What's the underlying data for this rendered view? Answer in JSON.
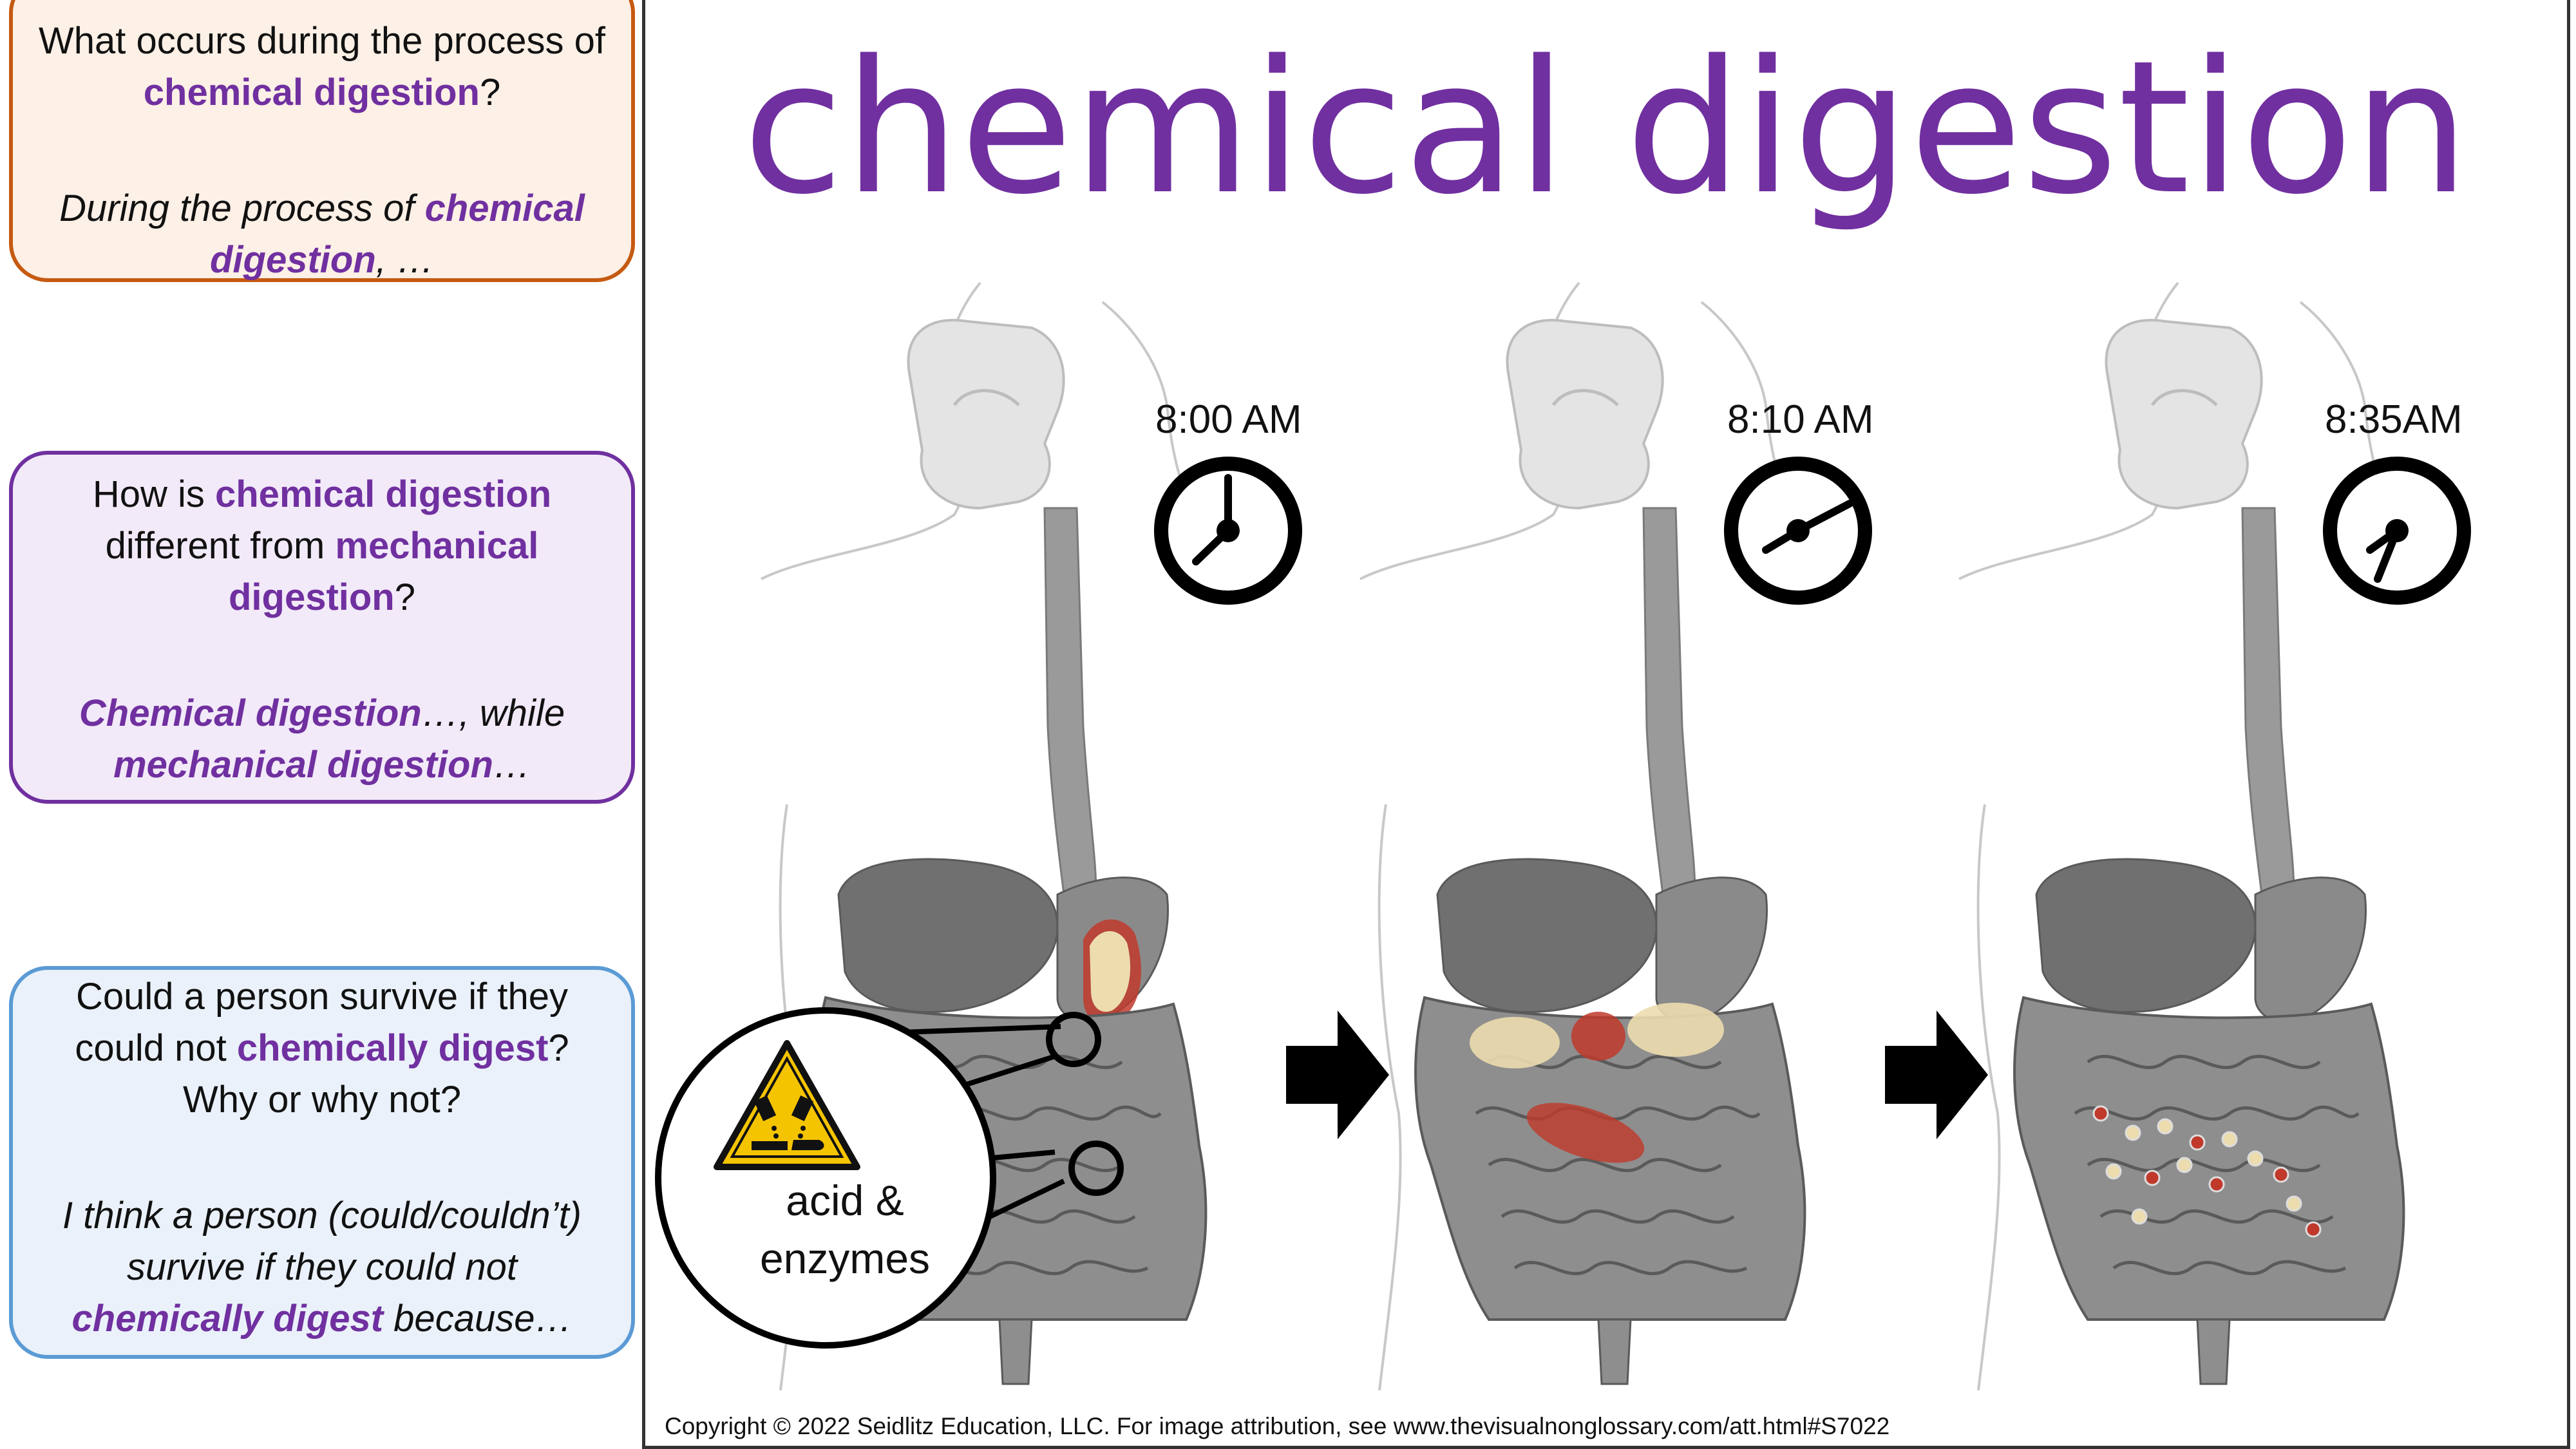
{
  "prompts": {
    "q1": {
      "line1": "What occurs during the process of",
      "term": "chemical digestion",
      "q_end": "?",
      "a_prefix": "During the process of ",
      "a_term": "chemical digestion",
      "a_suffix": ", …"
    },
    "q2": {
      "pre": "How is ",
      "term1": "chemical digestion",
      "mid": " different from ",
      "term2": "mechanical digestion",
      "q_end": "?",
      "a_term1": "Chemical digestion",
      "a_mid": "…, while",
      "a_term2": "mechanical digestion",
      "a_end": "…"
    },
    "q3": {
      "pre": "Could a person survive if they could not ",
      "term": "chemically digest",
      "post": "? Why or why not?",
      "a_pre": "I think a person (could/couldn’t) survive if they could not ",
      "a_term": "chemically digest",
      "a_post": " because…"
    }
  },
  "main": {
    "title": "chemical digestion",
    "stages": [
      {
        "time": "8:00 AM"
      },
      {
        "time": "8:10 AM"
      },
      {
        "time": "8:35AM"
      }
    ],
    "magnifier": {
      "label_line1": "acid &",
      "label_line2": "enzymes",
      "icon": "corrosive-warning-icon"
    },
    "copyright": "Copyright © 2022 Seidlitz Education, LLC.  For image attribution, see www.thevisualnonglossary.com/att.html#S7022"
  },
  "colors": {
    "accent": "#7030a0",
    "card1_border": "#c55a11",
    "card2_border": "#7030a0",
    "card3_border": "#5b9bd5",
    "food_red": "#c0392b",
    "food_tan": "#ecdcae"
  }
}
